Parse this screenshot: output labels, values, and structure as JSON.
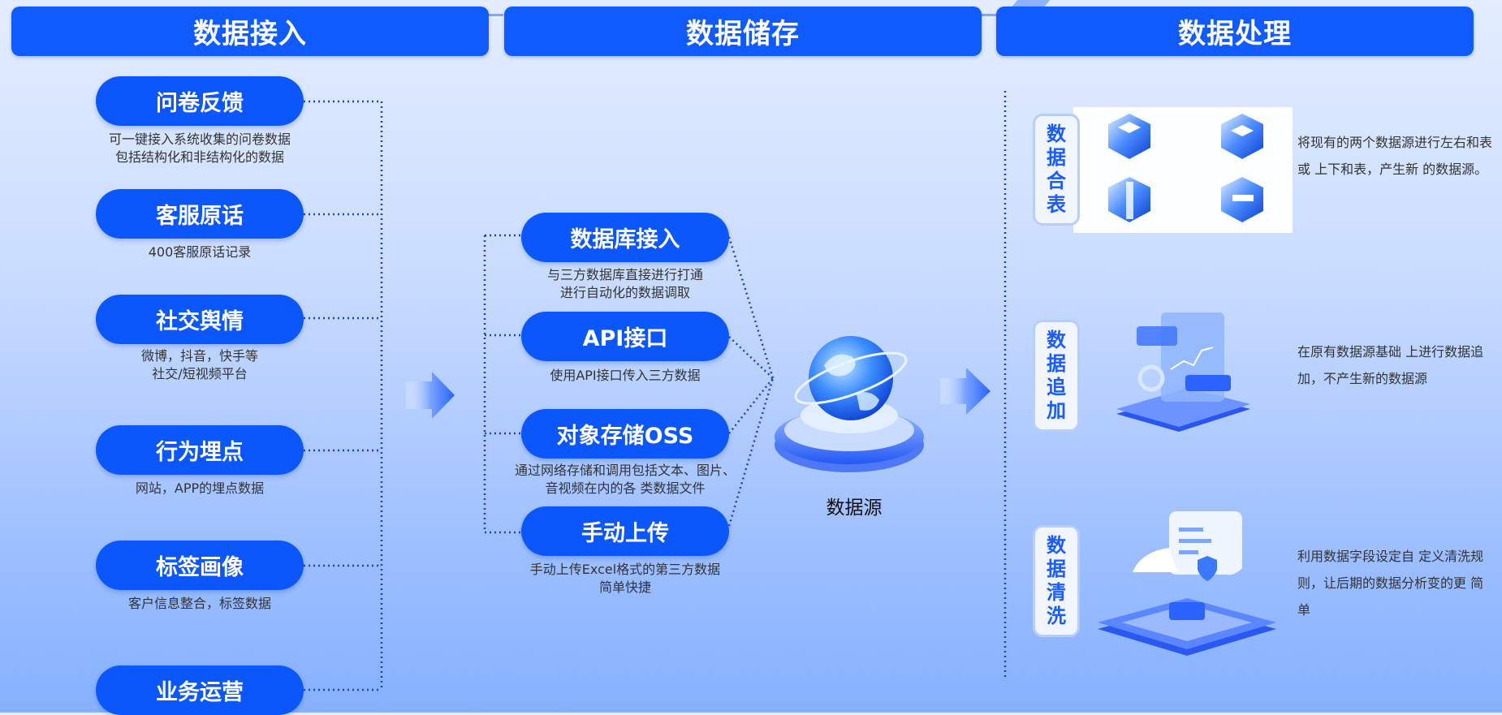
{
  "headers": {
    "ingest": "数据接入",
    "storage": "数据储存",
    "process": "数据处理"
  },
  "ingest_items": [
    {
      "label": "问卷反馈",
      "desc": [
        "可一键接入系统收集的问卷数据",
        "包括结构化和非结构化的数据"
      ]
    },
    {
      "label": "客服原话",
      "desc": [
        "400客服原话记录"
      ]
    },
    {
      "label": "社交舆情",
      "desc": [
        "微博，抖音，快手等",
        "社交/短视频平台"
      ]
    },
    {
      "label": "行为埋点",
      "desc": [
        "网站，APP的埋点数据"
      ]
    },
    {
      "label": "标签画像",
      "desc": [
        "客户信息整合，标签数据"
      ]
    },
    {
      "label": "业务运营",
      "desc": []
    }
  ],
  "storage_items": [
    {
      "label": "数据库接入",
      "desc": [
        "与三方数据库直接进行打通",
        "进行自动化的数据调取"
      ]
    },
    {
      "label": "API接口",
      "desc": [
        "使用API接口传入三方数据"
      ]
    },
    {
      "label": "对象存储OSS",
      "desc": [
        "通过网络存储和调用包括文本、图片、",
        "音视频在内的各 类数据文件"
      ]
    },
    {
      "label": "手动上传",
      "desc": [
        "手动上传Excel格式的第三方数据",
        "简单快捷"
      ]
    }
  ],
  "datasource_label": "数据源",
  "process_items": [
    {
      "tag": [
        "数",
        "据",
        "合",
        "表"
      ],
      "text": "将现有的两个数据源进行左右和表或 上下和表，产生新 的数据源。"
    },
    {
      "tag": [
        "数",
        "据",
        "追",
        "加"
      ],
      "text": "在原有数据源基础 上进行数据追加，不产生新的数据源"
    },
    {
      "tag": [
        "数",
        "据",
        "清",
        "洗"
      ],
      "text": "利用数据字段设定自 定义清洗规则，让后期的数据分析变的更 简单"
    }
  ],
  "icons": {
    "arrow_1": "arrow-right-icon",
    "arrow_2": "arrow-right-icon",
    "globe": "globe-platform-icon",
    "cubes": "cube-grid-icon",
    "append": "dashboard-platform-icon",
    "clean": "document-shield-platform-icon"
  },
  "colors": {
    "primary": "#0c57fb",
    "header": "#0f5bff",
    "connector": "#1a3fd9"
  }
}
